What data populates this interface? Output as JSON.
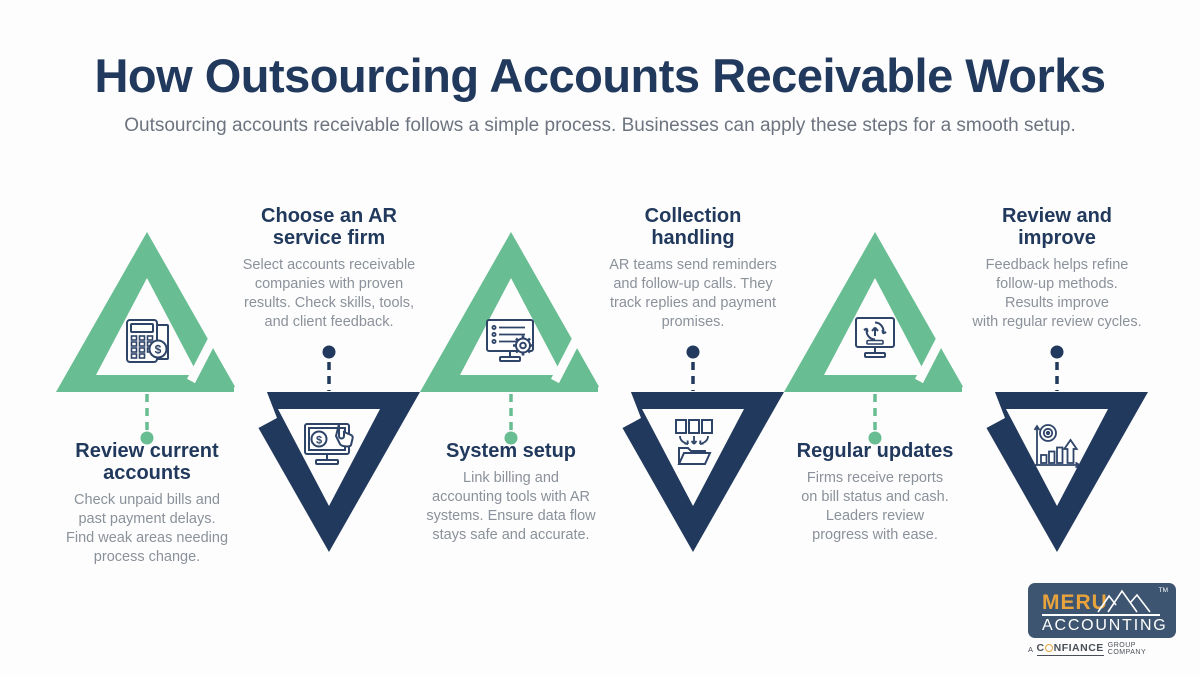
{
  "header": {
    "title": "How Outsourcing Accounts Receivable Works",
    "subtitle": "Outsourcing accounts receivable follows a simple process. Businesses can apply these steps for a smooth setup."
  },
  "steps": [
    {
      "title": "Review current\naccounts",
      "description": "Check unpaid bills and\npast payment delays.\nFind weak areas needing\nprocess change.",
      "position": "bottom",
      "triangle_color": "green",
      "icon": "calculator-invoice-icon"
    },
    {
      "title": "Choose an AR\nservice firm",
      "description": "Select accounts receivable\ncompanies with proven\nresults. Check skills, tools,\nand client feedback.",
      "position": "top",
      "triangle_color": "navy",
      "icon": "monitor-payment-click-icon"
    },
    {
      "title": "System setup",
      "description": "Link billing and\naccounting tools with AR\nsystems. Ensure data flow\nstays safe and accurate.",
      "position": "bottom",
      "triangle_color": "green",
      "icon": "monitor-checklist-gear-icon"
    },
    {
      "title": "Collection\nhandling",
      "description": "AR teams send reminders\nand follow-up calls. They\ntrack replies and payment\npromises.",
      "position": "top",
      "triangle_color": "navy",
      "icon": "documents-into-folder-icon"
    },
    {
      "title": "Regular updates",
      "description": "Firms receive reports\non bill status and cash.\nLeaders review\nprogress with ease.",
      "position": "bottom",
      "triangle_color": "green",
      "icon": "monitor-sync-update-icon"
    },
    {
      "title": "Review and\nimprove",
      "description": "Feedback helps refine\nfollow-up methods.\nResults improve\nwith regular review cycles.",
      "position": "top",
      "triangle_color": "navy",
      "icon": "growth-chart-arrow-icon"
    }
  ],
  "colors": {
    "green": "#68bd92",
    "navy": "#21395c",
    "title_navy": "#21395c",
    "subtitle_gray": "#6d7480",
    "description_gray": "#8b919a",
    "logo_box": "#3e5571",
    "logo_orange": "#e8a33c"
  },
  "logo": {
    "brand": "MERU",
    "brand_line2": "ACCOUNTING",
    "trademark": "TM",
    "tagline_prefix": "A",
    "tagline_c": "C",
    "tagline_rest": "NFIANCE",
    "tagline_suffix": "GROUP COMPANY"
  }
}
